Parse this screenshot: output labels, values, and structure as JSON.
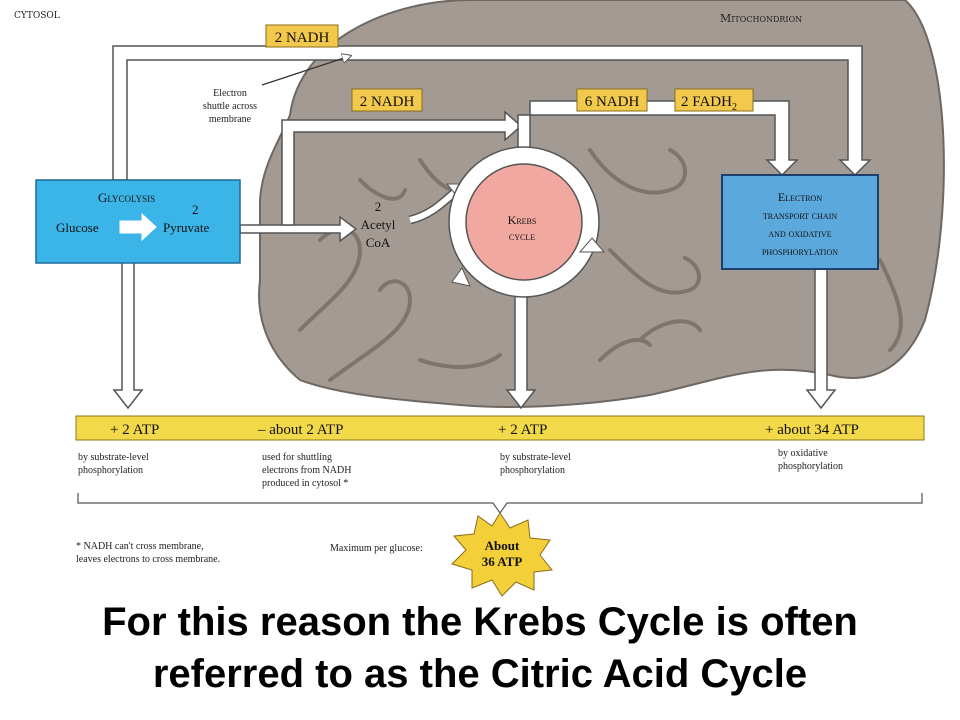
{
  "regions": {
    "cytosol": "CYTOSOL",
    "mitochondrion": "Mitochondrion"
  },
  "labels": {
    "nadh_top": "2 NADH",
    "nadh_mid": "2 NADH",
    "nadh_krebs": "6 NADH",
    "fadh2_prefix": "2 FADH",
    "fadh2_sub": "2",
    "shuttle_1": "Electron",
    "shuttle_2": "shuttle across",
    "shuttle_3": "membrane"
  },
  "glycolysis": {
    "title": "Glycolysis",
    "substrate": "Glucose",
    "two": "2",
    "product": "Pyruvate"
  },
  "acetyl": {
    "line1": "2",
    "line2": "Acetyl",
    "line3": "CoA"
  },
  "krebs": {
    "line1": "Krebs",
    "line2": "cycle"
  },
  "etc": {
    "line1": "Electron",
    "line2": "transport chain",
    "line3": "and oxidative",
    "line4": "phosphorylation"
  },
  "atp_bar": {
    "item1": "+ 2 ATP",
    "item2": "– about 2 ATP",
    "item3": "+ 2 ATP",
    "item4": "+ about 34 ATP"
  },
  "notes": {
    "n1_line1": "by substrate-level",
    "n1_line2": "phosphorylation",
    "n2_line1": "used for shuttling",
    "n2_line2": "electrons from NADH",
    "n2_line3": "produced in cytosol *",
    "n3_line1": "by substrate-level",
    "n3_line2": "phosphorylation",
    "n4_line1": "by oxidative",
    "n4_line2": "phosphorylation"
  },
  "footnote": {
    "line1": "* NADH can't cross membrane,",
    "line2": "leaves electrons to cross membrane."
  },
  "maximum": {
    "label": "Maximum per glucose:",
    "burst_line1": "About",
    "burst_line2": "36 ATP"
  },
  "caption": {
    "line1": "For this reason the Krebs Cycle is often",
    "line2": "referred to as the Citric Acid Cycle"
  },
  "colors": {
    "mitochondrion": "#a39b93",
    "cristae_stroke": "#7d756e",
    "glycolysis_box": "#3bb5e8",
    "etc_box": "#5aa8dc",
    "krebs_fill": "#f0a8a0",
    "atp_bar": "#f2d94a",
    "label_box": "#f2c94c",
    "arrow_fill": "#ffffff",
    "burst": "#f3cf3a"
  }
}
